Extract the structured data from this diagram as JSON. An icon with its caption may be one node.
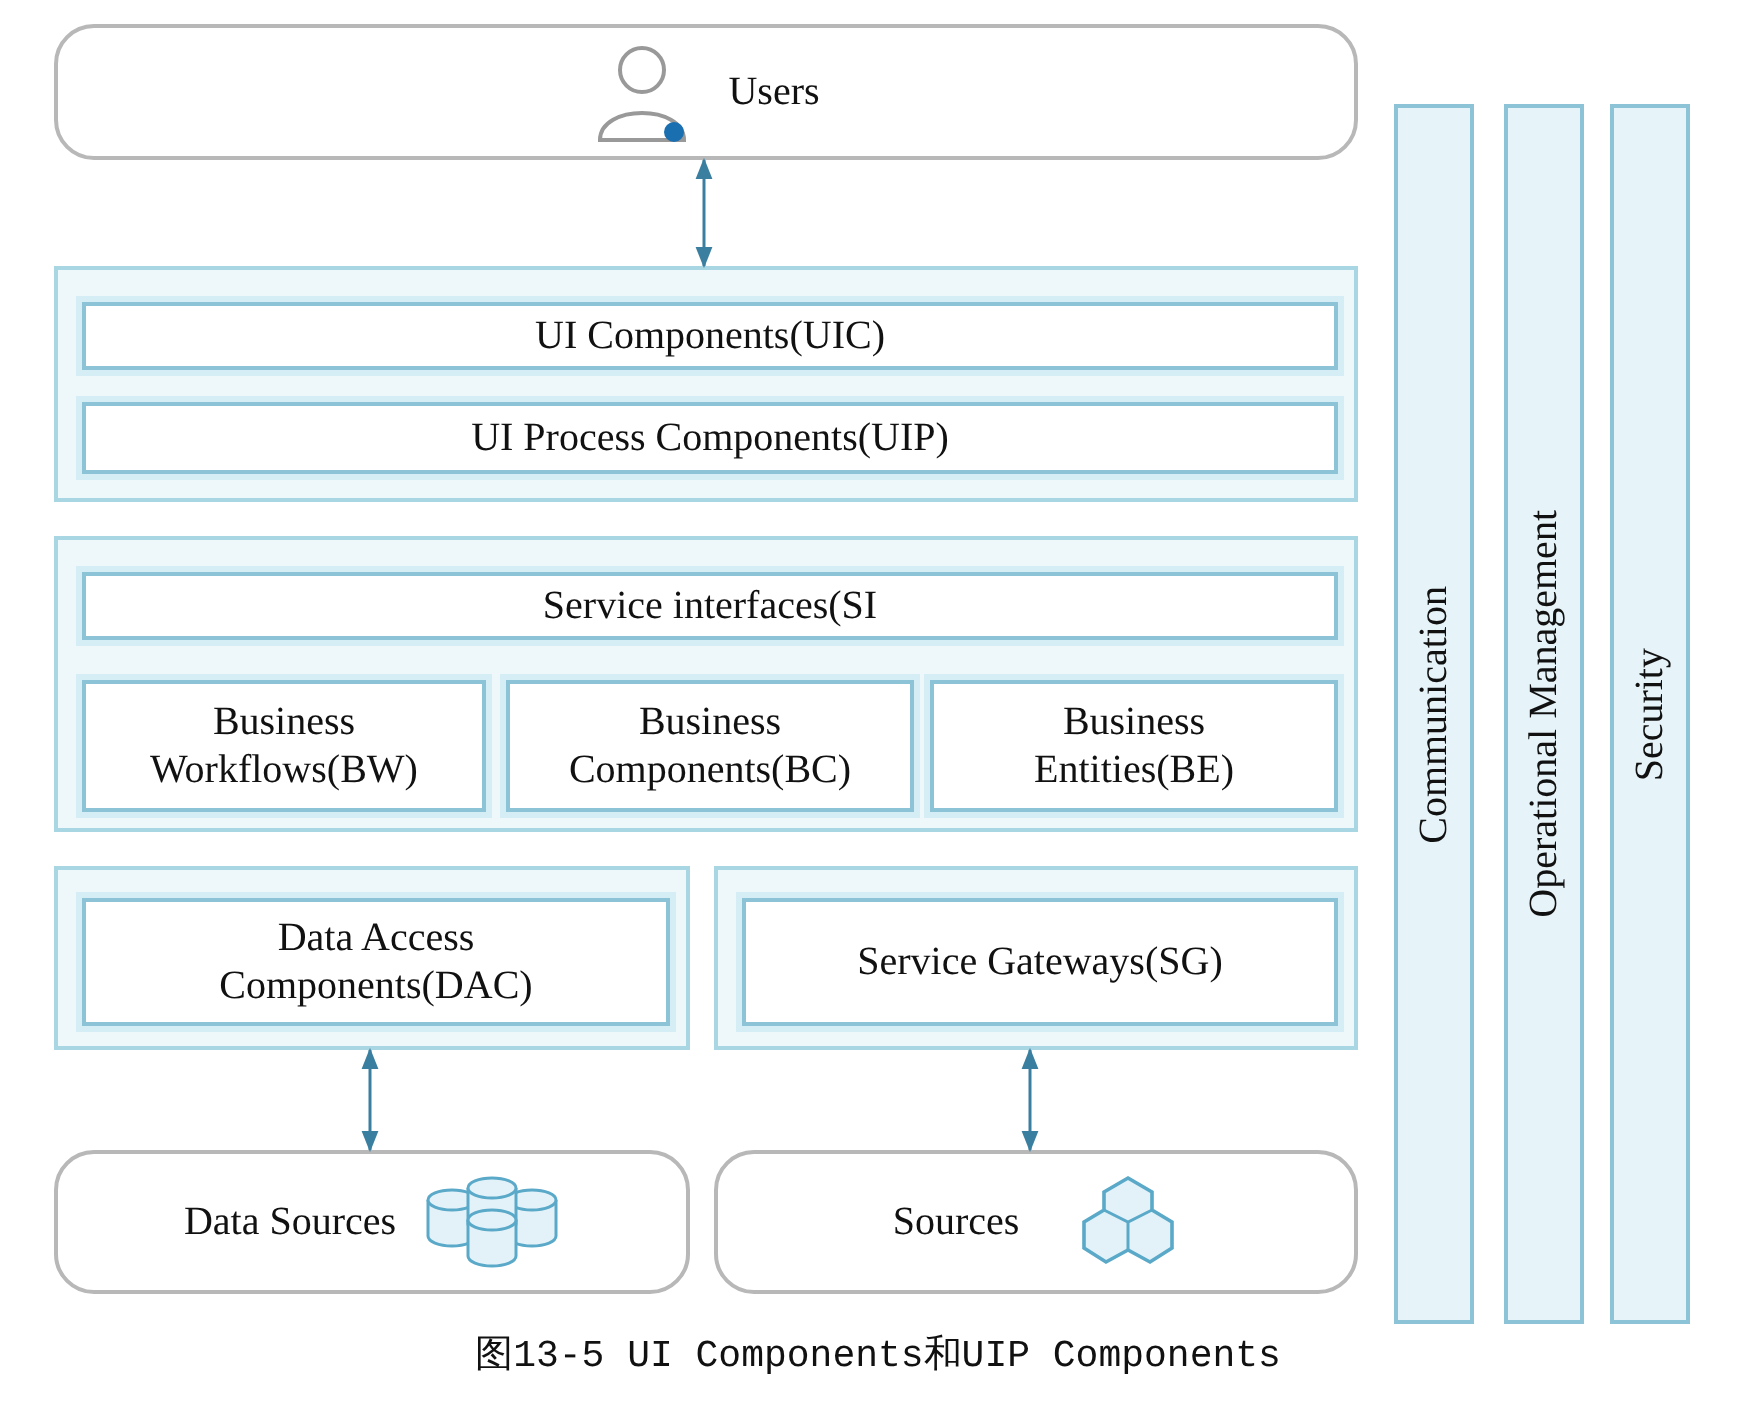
{
  "diagram": {
    "caption": "图13-5 UI Components和UIP Components",
    "nodes": [
      {
        "text": [
          "Users"
        ]
      },
      {
        "text": [],
        "shape": "box"
      },
      {
        "text": [
          "UI Components(UIC)"
        ],
        "in": 1
      },
      {
        "text": [
          "UI Process Components(UIP)"
        ],
        "in": 1
      },
      {
        "text": [],
        "shape": "box"
      },
      {
        "text": [
          "Service interfaces(SI"
        ],
        "in": 4
      },
      {
        "text": [
          "Business Workflows(BW)"
        ],
        "in": 4
      },
      {
        "text": [
          "Business Components(BC)"
        ],
        "in": 4
      },
      {
        "text": [
          "Business Entities(BE)"
        ],
        "in": 4
      },
      {
        "text": [],
        "shape": "box"
      },
      {
        "text": [
          "Data Access Components(DAC)"
        ],
        "in": 9
      },
      {
        "text": [],
        "shape": "box"
      },
      {
        "text": [
          "Service Gateways(SG)"
        ],
        "in": 11
      },
      {
        "text": [
          "Data Sources"
        ]
      },
      {
        "text": [
          "Sources"
        ]
      },
      {
        "text": [
          "Communication"
        ]
      },
      {
        "text": [
          "Operational Management"
        ]
      },
      {
        "text": [
          "Security"
        ]
      }
    ],
    "edges": [
      {
        "from": 0,
        "to": 1,
        "arrow": "both"
      },
      {
        "from": 9,
        "to": 13,
        "arrow": "both"
      },
      {
        "from": 11,
        "to": 14,
        "arrow": "both"
      }
    ]
  }
}
